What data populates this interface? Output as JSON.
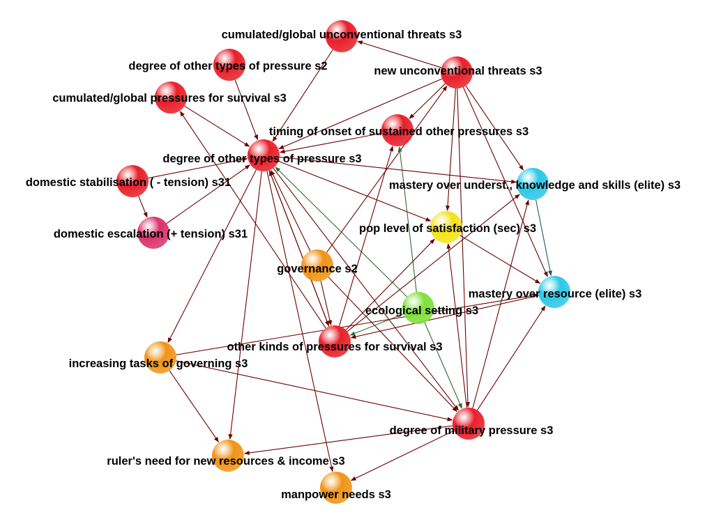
{
  "colors": {
    "edge_default": "#6b0000",
    "edge_green": "#2e6b2e",
    "edge_teal": "#1f5b5b",
    "red": "#e8202a",
    "magenta": "#d9336b",
    "orange": "#f09418",
    "yellow": "#f4e21a",
    "green": "#7fe03a",
    "cyan": "#2cc8e6"
  },
  "nodes": [
    {
      "id": "cumulated_threats",
      "label": "cumulated/global unconventional threats s3",
      "color": "red"
    },
    {
      "id": "degree_other_s2",
      "label": "degree of other types of pressure s2",
      "color": "red"
    },
    {
      "id": "new_threats",
      "label": "new unconventional threats s3",
      "color": "red"
    },
    {
      "id": "cumulated_pressures",
      "label": "cumulated/global pressures for survival s3",
      "color": "red"
    },
    {
      "id": "timing_onset",
      "label": "timing of onset of sustained other pressures s3",
      "color": "red"
    },
    {
      "id": "degree_other_s3",
      "label": "degree of other types of pressure s3",
      "color": "red"
    },
    {
      "id": "domestic_stab",
      "label": "domestic stabilisation ( - tension) s31",
      "color": "red"
    },
    {
      "id": "mastery_know",
      "label": "mastery over underst., knowledge and skills (elite) s3",
      "color": "cyan"
    },
    {
      "id": "domestic_esc",
      "label": "domestic escalation (+ tension) s31",
      "color": "magenta"
    },
    {
      "id": "pop_satisf",
      "label": "pop level of satisfaction (sec) s3",
      "color": "yellow"
    },
    {
      "id": "governance",
      "label": "governance s2",
      "color": "orange"
    },
    {
      "id": "mastery_res",
      "label": "mastery over resource (elite) s3",
      "color": "cyan"
    },
    {
      "id": "ecological",
      "label": "ecological setting s3",
      "color": "green"
    },
    {
      "id": "other_kinds",
      "label": "other kinds of pressures for survival s3",
      "color": "red"
    },
    {
      "id": "increasing_tasks",
      "label": "increasing tasks of governing s3",
      "color": "orange"
    },
    {
      "id": "military",
      "label": "degree of military pressure s3",
      "color": "red"
    },
    {
      "id": "ruler_need",
      "label": "ruler's need for new resources & income s3",
      "color": "orange"
    },
    {
      "id": "manpower",
      "label": "manpower needs s3",
      "color": "orange"
    }
  ],
  "edges": [
    {
      "from": "new_threats",
      "to": "cumulated_threats",
      "color": "edge_default"
    },
    {
      "from": "new_threats",
      "to": "timing_onset",
      "color": "edge_default"
    },
    {
      "from": "new_threats",
      "to": "degree_other_s3",
      "color": "edge_default"
    },
    {
      "from": "new_threats",
      "to": "mastery_know",
      "color": "edge_default"
    },
    {
      "from": "new_threats",
      "to": "mastery_res",
      "color": "edge_default"
    },
    {
      "from": "new_threats",
      "to": "pop_satisf",
      "color": "edge_default"
    },
    {
      "from": "new_threats",
      "to": "military",
      "color": "edge_default"
    },
    {
      "from": "cumulated_threats",
      "to": "degree_other_s3",
      "color": "edge_default"
    },
    {
      "from": "degree_other_s2",
      "to": "degree_other_s3",
      "color": "edge_default"
    },
    {
      "from": "cumulated_pressures",
      "to": "degree_other_s3",
      "color": "edge_default"
    },
    {
      "from": "timing_onset",
      "to": "degree_other_s3",
      "color": "edge_default"
    },
    {
      "from": "domestic_stab",
      "to": "degree_other_s3",
      "color": "edge_default"
    },
    {
      "from": "domestic_stab",
      "to": "domestic_esc",
      "color": "edge_default"
    },
    {
      "from": "domestic_esc",
      "to": "degree_other_s3",
      "color": "edge_default"
    },
    {
      "from": "degree_other_s3",
      "to": "mastery_know",
      "color": "edge_default"
    },
    {
      "from": "degree_other_s3",
      "to": "pop_satisf",
      "color": "edge_default"
    },
    {
      "from": "degree_other_s3",
      "to": "increasing_tasks",
      "color": "edge_default"
    },
    {
      "from": "degree_other_s3",
      "to": "ruler_need",
      "color": "edge_default"
    },
    {
      "from": "degree_other_s3",
      "to": "manpower",
      "color": "edge_default"
    },
    {
      "from": "degree_other_s3",
      "to": "military",
      "color": "edge_default"
    },
    {
      "from": "degree_other_s3",
      "to": "other_kinds",
      "color": "edge_default"
    },
    {
      "from": "governance",
      "to": "degree_other_s3",
      "color": "edge_default"
    },
    {
      "from": "governance",
      "to": "new_threats",
      "color": "edge_default"
    },
    {
      "from": "governance",
      "to": "other_kinds",
      "color": "edge_default"
    },
    {
      "from": "governance",
      "to": "military",
      "color": "edge_default"
    },
    {
      "from": "ecological",
      "to": "degree_other_s3",
      "color": "edge_green"
    },
    {
      "from": "ecological",
      "to": "timing_onset",
      "color": "edge_green"
    },
    {
      "from": "ecological",
      "to": "military",
      "color": "edge_green"
    },
    {
      "from": "ecological",
      "to": "other_kinds",
      "color": "edge_green"
    },
    {
      "from": "mastery_know",
      "to": "mastery_res",
      "color": "edge_teal"
    },
    {
      "from": "mastery_res",
      "to": "other_kinds",
      "color": "edge_default"
    },
    {
      "from": "pop_satisf",
      "to": "mastery_res",
      "color": "edge_default"
    },
    {
      "from": "other_kinds",
      "to": "cumulated_pressures",
      "color": "edge_default"
    },
    {
      "from": "other_kinds",
      "to": "timing_onset",
      "color": "edge_default"
    },
    {
      "from": "other_kinds",
      "to": "mastery_know",
      "color": "edge_default"
    },
    {
      "from": "other_kinds",
      "to": "pop_satisf",
      "color": "edge_default"
    },
    {
      "from": "other_kinds",
      "to": "degree_other_s3",
      "color": "edge_default"
    },
    {
      "from": "increasing_tasks",
      "to": "ruler_need",
      "color": "edge_default"
    },
    {
      "from": "increasing_tasks",
      "to": "military",
      "color": "edge_default"
    },
    {
      "from": "increasing_tasks",
      "to": "mastery_res",
      "color": "edge_default"
    },
    {
      "from": "military",
      "to": "ruler_need",
      "color": "edge_default"
    },
    {
      "from": "military",
      "to": "manpower",
      "color": "edge_default"
    },
    {
      "from": "military",
      "to": "mastery_res",
      "color": "edge_default"
    },
    {
      "from": "military",
      "to": "mastery_know",
      "color": "edge_default"
    },
    {
      "from": "military",
      "to": "pop_satisf",
      "color": "edge_default"
    }
  ]
}
